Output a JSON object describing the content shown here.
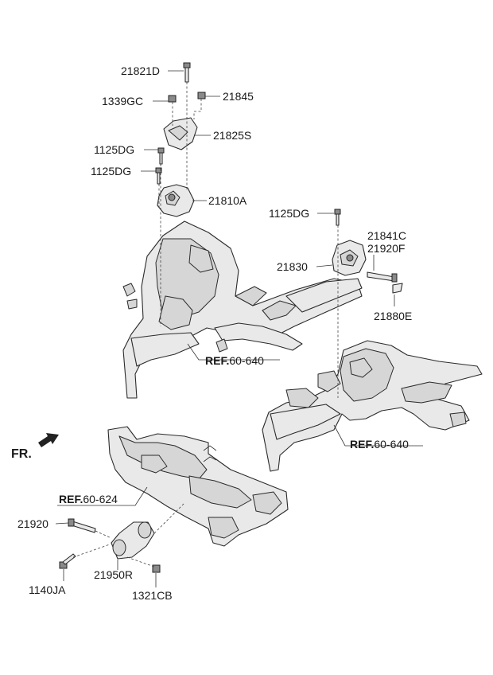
{
  "labels": {
    "p21821d": "21821D",
    "p1339gc": "1339GC",
    "p21845": "21845",
    "p21825s": "21825S",
    "p1125dg_a": "1125DG",
    "p1125dg_b": "1125DG",
    "p21810a": "21810A",
    "p1125dg_c": "1125DG",
    "p21841c": "21841C",
    "p21920f": "21920F",
    "p21830": "21830",
    "p21880e": "21880E",
    "p21920": "21920",
    "p21950r": "21950R",
    "p1140ja": "1140JA",
    "p1321cb": "1321CB"
  },
  "refs": {
    "ref1": {
      "prefix": "REF.",
      "code": "60-640"
    },
    "ref2": {
      "prefix": "REF.",
      "code": "60-640"
    },
    "ref3": {
      "prefix": "REF.",
      "code": "60-624"
    }
  },
  "direction": {
    "text": "FR.",
    "icon": "front-arrow-icon"
  },
  "colors": {
    "line": "#2b2b2b",
    "fill": "#e9e9e9"
  }
}
